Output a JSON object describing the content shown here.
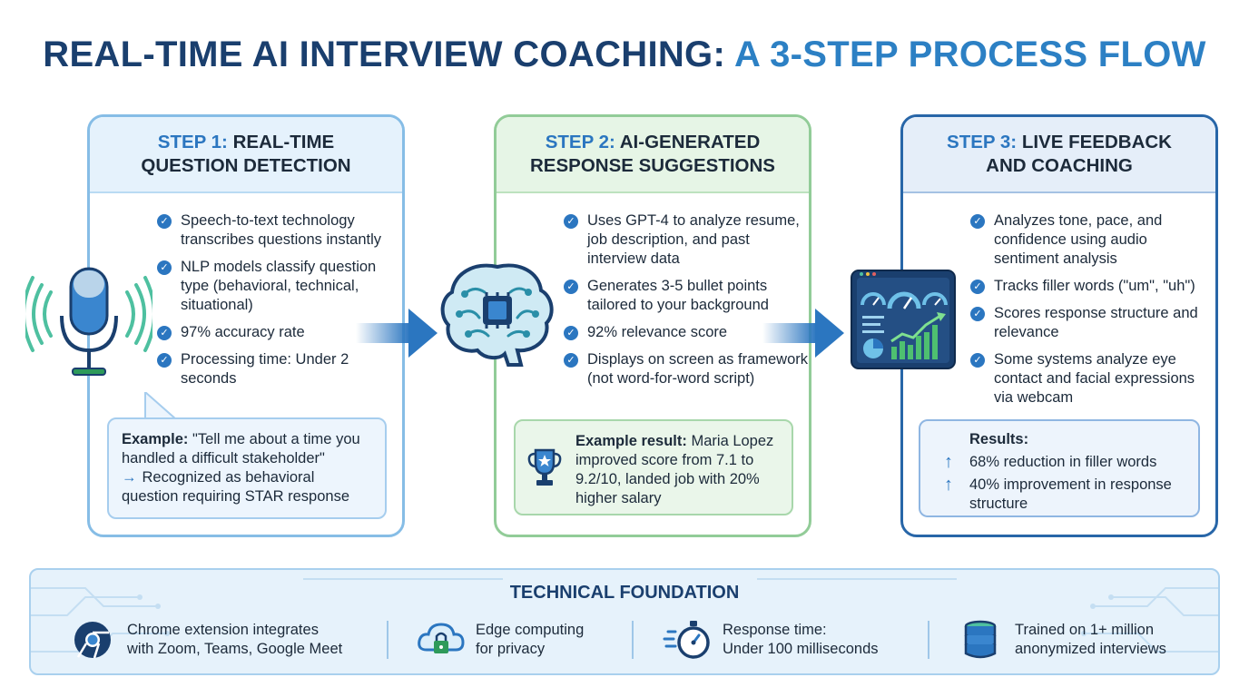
{
  "title": {
    "part1": "REAL-TIME AI INTERVIEW COACHING: ",
    "part2": "A 3-STEP PROCESS FLOW"
  },
  "steps": [
    {
      "label": "STEP 1:",
      "title_line1": "REAL-TIME",
      "title_line2": "QUESTION DETECTION",
      "bullets": [
        "Speech-to-text technology transcribes questions instantly",
        "NLP models classify question type (behavioral, technical, situational)",
        "97% accuracy rate",
        "Processing time: Under 2 seconds"
      ],
      "example_label": "Example:",
      "example_text": "\"Tell me about a time you handled a difficult stakeholder\"",
      "example_arrow": "→",
      "example_result": "Recognized as behavioral question requiring STAR response"
    },
    {
      "label": "STEP 2:",
      "title_line1": "AI-GENERATED",
      "title_line2": "RESPONSE SUGGESTIONS",
      "bullets": [
        "Uses GPT-4 to analyze resume, job description, and past interview data",
        "Generates 3-5 bullet points tailored to your background",
        "92% relevance score",
        "Displays on screen as framework (not word-for-word script)"
      ],
      "result_label": "Example result:",
      "result_text": "Maria Lopez improved score from 7.1 to 9.2/10, landed job with 20% higher salary"
    },
    {
      "label": "STEP 3:",
      "title_line1": "LIVE FEEDBACK",
      "title_line2": "AND COACHING",
      "bullets": [
        "Analyzes tone, pace, and confidence using audio sentiment analysis",
        "Tracks filler words (\"um\", \"uh\")",
        "Scores response structure and relevance",
        "Some systems analyze eye contact and facial expressions via webcam"
      ],
      "results_label": "Results:",
      "results": [
        "68% reduction in filler words",
        "40% improvement in response structure"
      ]
    }
  ],
  "foundation": {
    "title": "TECHNICAL FOUNDATION",
    "items": [
      {
        "icon": "chrome-icon",
        "line1": "Chrome extension integrates",
        "line2": "with Zoom, Teams, Google Meet"
      },
      {
        "icon": "cloud-lock-icon",
        "line1": "Edge computing",
        "line2": "for privacy"
      },
      {
        "icon": "stopwatch-icon",
        "line1": "Response time:",
        "line2": "Under 100 milliseconds"
      },
      {
        "icon": "database-icon",
        "line1": "Trained on 1+ million",
        "line2": "anonymized interviews"
      }
    ]
  },
  "colors": {
    "navy": "#1a3f6e",
    "blue": "#2b76c0",
    "green": "#92cc98",
    "lightblue": "#86bde6"
  }
}
